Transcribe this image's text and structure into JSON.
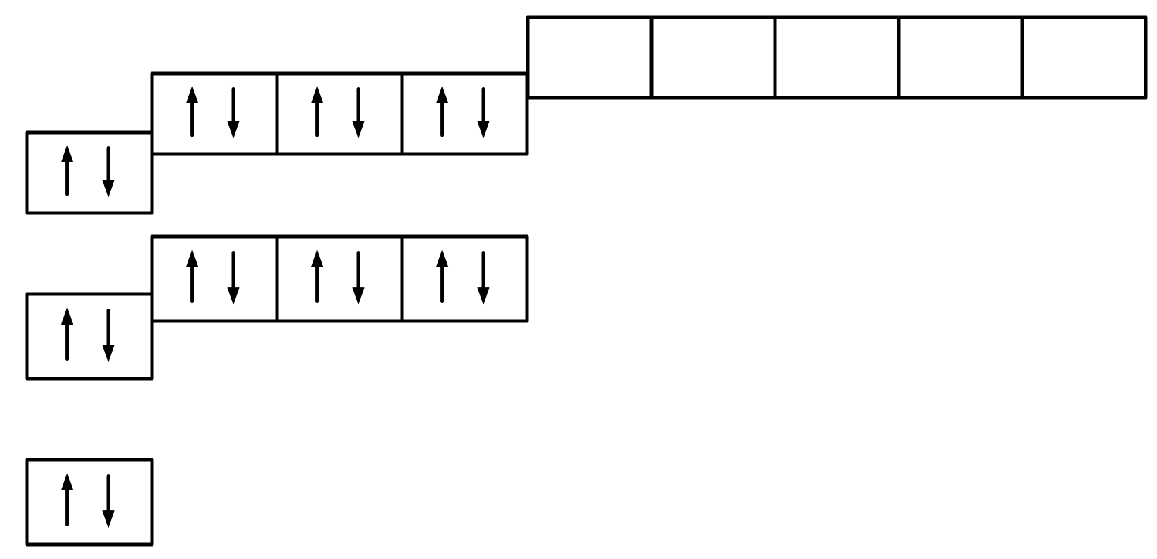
{
  "diagram": {
    "type": "orbital-box-diagram",
    "colors": {
      "line": "#000000",
      "background": "#ffffff"
    },
    "rows": [
      {
        "name": "row-top",
        "groups": [
          {
            "name": "s-orbital",
            "boxes": [
              "paired"
            ]
          },
          {
            "name": "p-orbitals",
            "boxes": [
              "paired",
              "paired",
              "paired"
            ]
          },
          {
            "name": "d-orbitals",
            "boxes": [
              "empty",
              "empty",
              "empty",
              "empty",
              "empty"
            ]
          }
        ]
      },
      {
        "name": "row-middle",
        "groups": [
          {
            "name": "s-orbital",
            "boxes": [
              "paired"
            ]
          },
          {
            "name": "p-orbitals",
            "boxes": [
              "paired",
              "paired",
              "paired"
            ]
          }
        ]
      },
      {
        "name": "row-bottom",
        "groups": [
          {
            "name": "s-orbital",
            "boxes": [
              "paired"
            ]
          }
        ]
      }
    ]
  }
}
